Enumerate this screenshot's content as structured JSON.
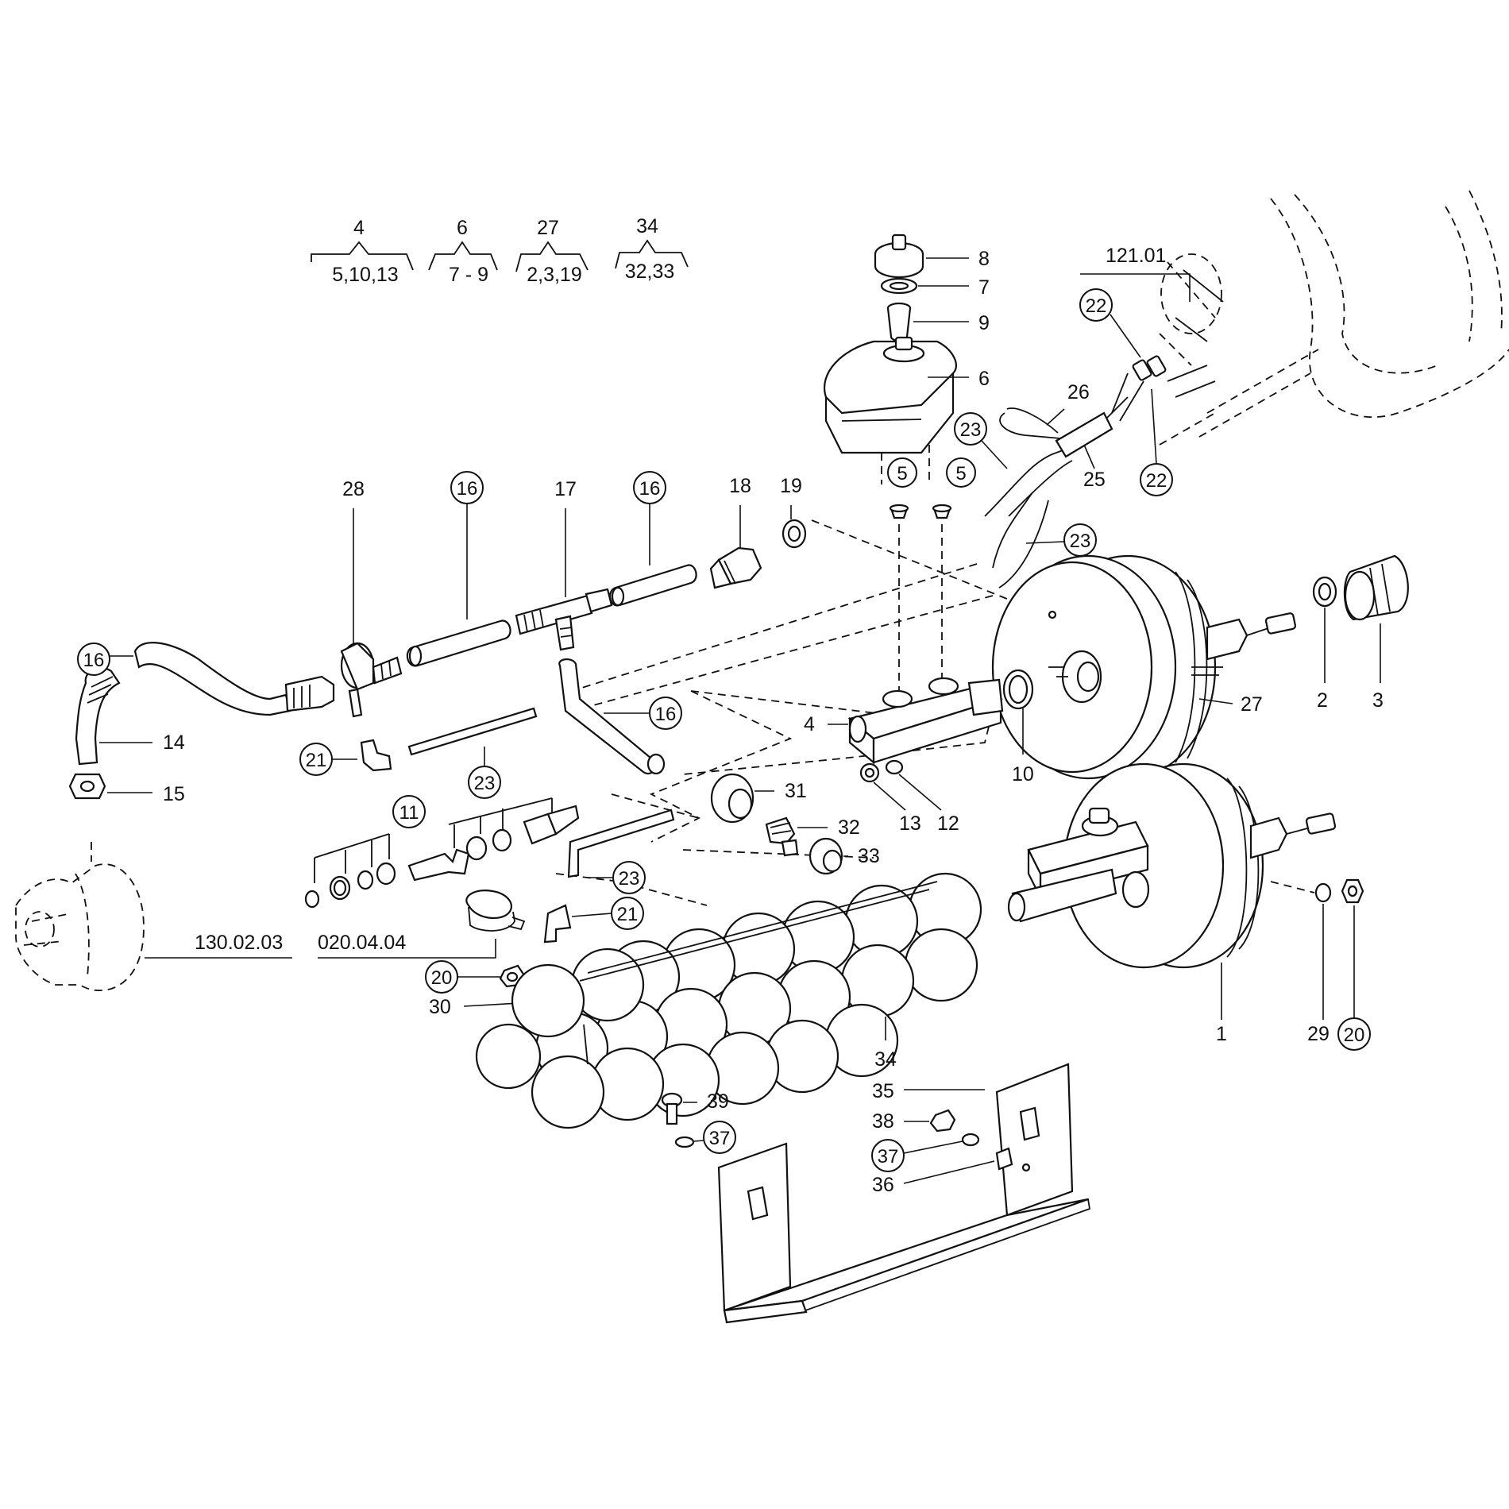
{
  "groups": [
    {
      "main": "4",
      "parts": "5,10,13"
    },
    {
      "main": "6",
      "parts": "7 - 9"
    },
    {
      "main": "27",
      "parts": "2,3,19"
    },
    {
      "main": "34",
      "parts": "32,33"
    }
  ],
  "refs": {
    "steering": "121.01",
    "pump": "130.02.03",
    "clamp": "020.04.04"
  },
  "callouts": {
    "c1": "1",
    "c2": "2",
    "c3": "3",
    "c4": "4",
    "c6": "6",
    "c7": "7",
    "c8": "8",
    "c9": "9",
    "c10": "10",
    "c12": "12",
    "c13": "13",
    "c14": "14",
    "c15": "15",
    "c17": "17",
    "c18": "18",
    "c19": "19",
    "c25": "25",
    "c26": "26",
    "c27": "27",
    "c28": "28",
    "c29": "29",
    "c30": "30",
    "c31": "31",
    "c32": "32",
    "c33": "33",
    "c34": "34",
    "c35": "35",
    "c36": "36",
    "c38": "38",
    "c39": "39"
  },
  "circled": {
    "c5a": "5",
    "c5b": "5",
    "c11": "11",
    "c16a": "16",
    "c16b": "16",
    "c16c": "16",
    "c16d": "16",
    "c20a": "20",
    "c20b": "20",
    "c21a": "21",
    "c21b": "21",
    "c22a": "22",
    "c22b": "22",
    "c23a": "23",
    "c23b": "23",
    "c23c": "23",
    "c23d": "23",
    "c37a": "37",
    "c37b": "37"
  }
}
